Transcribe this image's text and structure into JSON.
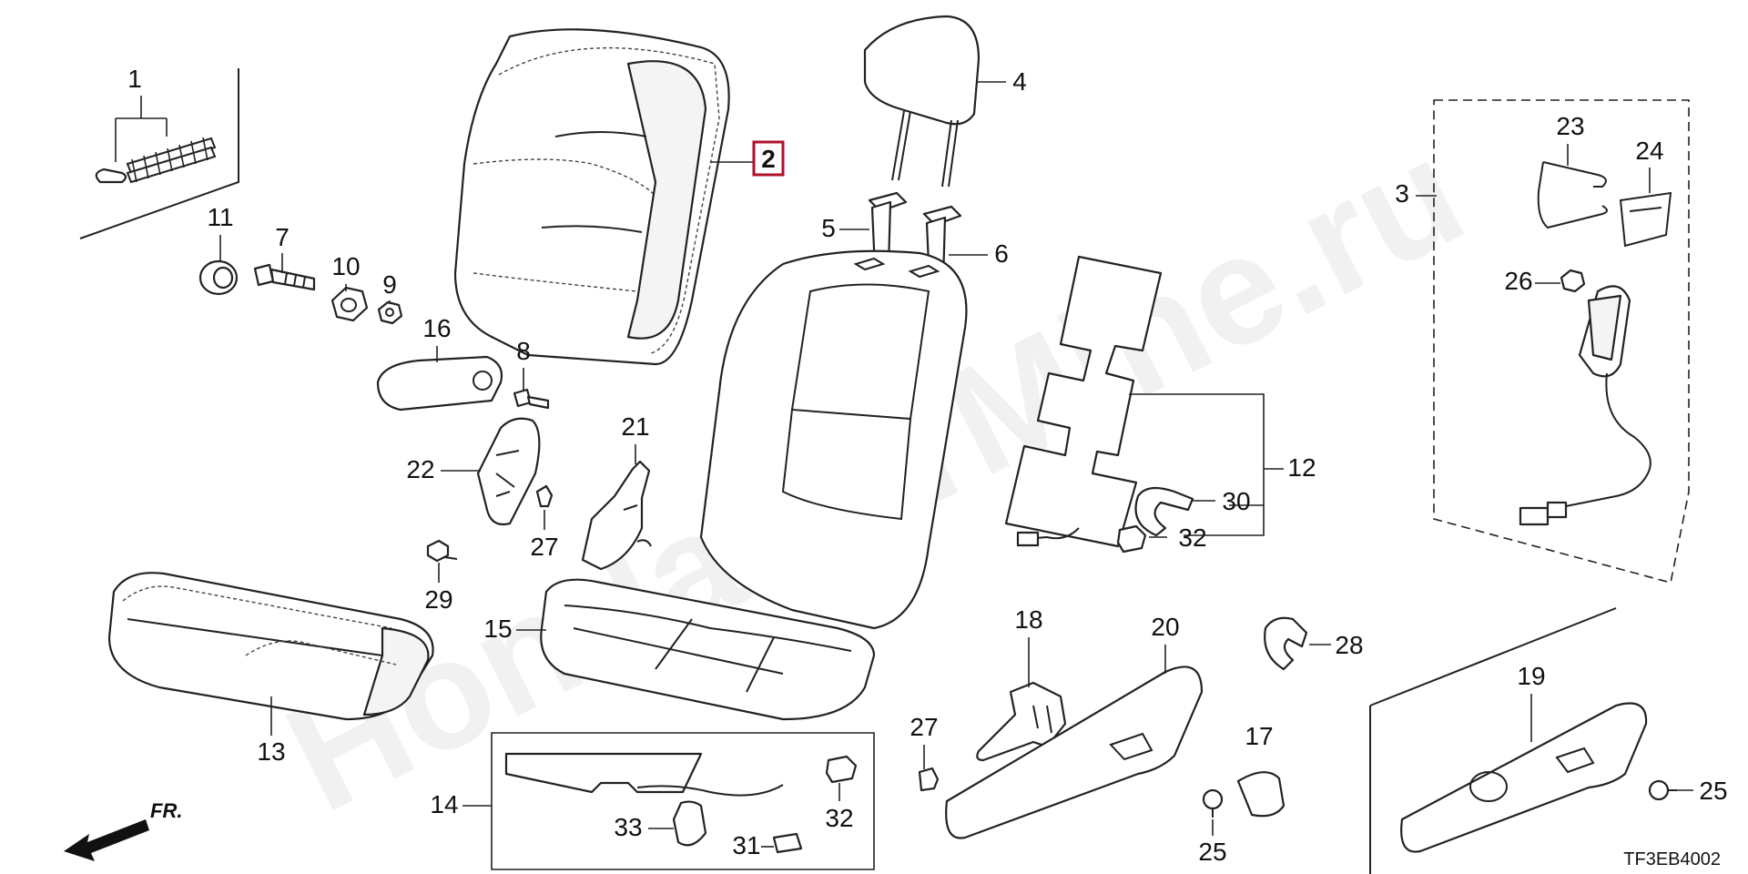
{
  "diagram": {
    "watermark": "HondaCarMine.ru",
    "diagram_code": "TF3EB4002",
    "direction_label": "FR.",
    "highlighted_part": "2",
    "callouts": {
      "c1": "1",
      "c2": "2",
      "c3": "3",
      "c4": "4",
      "c5": "5",
      "c6": "6",
      "c7": "7",
      "c8": "8",
      "c9": "9",
      "c10": "10",
      "c11": "11",
      "c12": "12",
      "c13": "13",
      "c14": "14",
      "c15": "15",
      "c16": "16",
      "c17": "17",
      "c18": "18",
      "c19": "19",
      "c20": "20",
      "c21": "21",
      "c22": "22",
      "c23": "23",
      "c24": "24",
      "c25a": "25",
      "c25b": "25",
      "c26": "26",
      "c27a": "27",
      "c27b": "27",
      "c28": "28",
      "c29": "29",
      "c30": "30",
      "c31": "31",
      "c32a": "32",
      "c32b": "32",
      "c33": "33"
    }
  }
}
